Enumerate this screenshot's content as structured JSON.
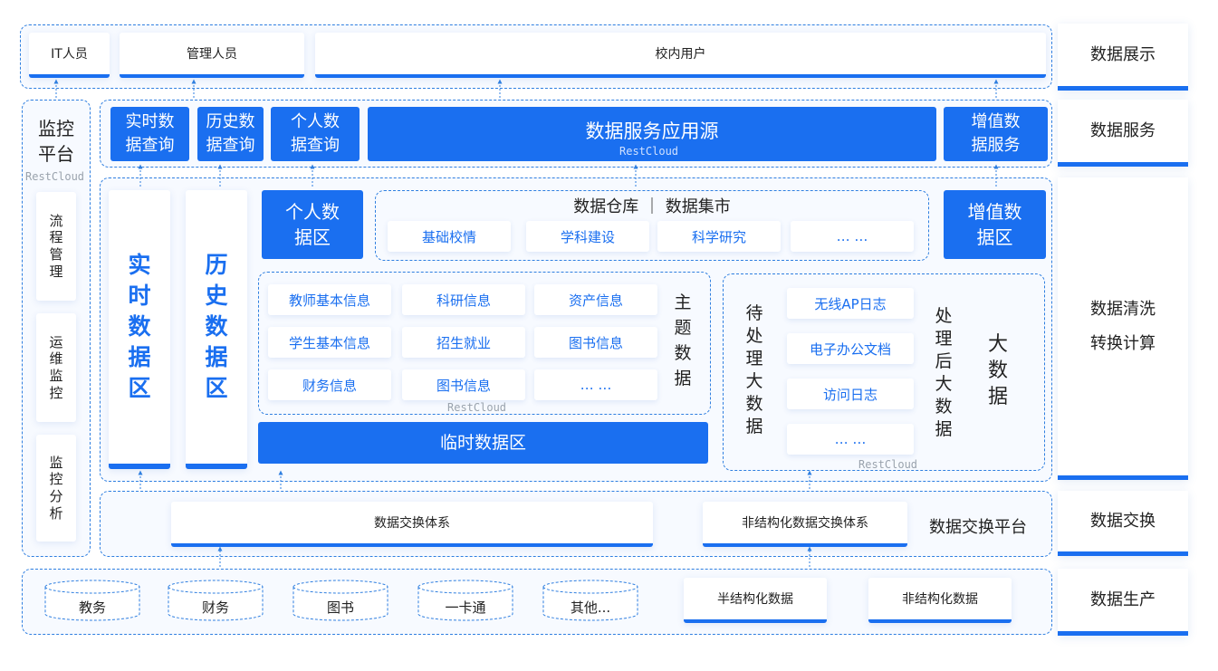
{
  "layers": {
    "display": "数据展示",
    "service": "数据服务",
    "clean_line1": "数据清洗",
    "clean_line2": "转换计算",
    "exchange": "数据交换",
    "production": "数据生产"
  },
  "users": [
    "IT人员",
    "管理人员",
    "校内用户"
  ],
  "monitor": {
    "title_line1": "监控",
    "title_line2": "平台",
    "items": [
      "流程管理",
      "运维监控",
      "监控分析"
    ]
  },
  "watermark": "RestCloud",
  "services": {
    "realtime_query": [
      "实时数",
      "据查询"
    ],
    "history_query": [
      "历史数",
      "据查询"
    ],
    "personal_query": [
      "个人数",
      "据查询"
    ],
    "app_source": "数据服务应用源",
    "value_added_service": [
      "增值数",
      "据服务"
    ]
  },
  "storage": {
    "realtime_zone": "实时数据区",
    "history_zone": "历史数据区",
    "personal_zone": [
      "个人数",
      "据区"
    ],
    "warehouse_title": "数据仓库 ｜ 数据集市",
    "warehouse_items": [
      "基础校情",
      "学科建设",
      "科学研究",
      "… …"
    ],
    "value_added_zone": [
      "增值数",
      "据区"
    ],
    "theme_label": "主题数据",
    "theme_items": [
      "教师基本信息",
      "科研信息",
      "资产信息",
      "学生基本信息",
      "招生就业",
      "图书信息",
      "财务信息",
      "图书信息",
      "… …"
    ],
    "temp_zone": "临时数据区",
    "pending_label": "待处理大数据",
    "processed_label": "处理后大数据",
    "bigdata_label": "大数据",
    "bigdata_items": [
      "无线AP日志",
      "电子办公文档",
      "访问日志",
      "… …"
    ]
  },
  "exchange": {
    "system": "数据交换体系",
    "unstructured_system": "非结构化数据交换体系",
    "platform": "数据交换平台"
  },
  "production": {
    "sources": [
      "教务",
      "财务",
      "图书",
      "一卡通",
      "其他..."
    ],
    "semi_structured": "半结构化数据",
    "unstructured": "非结构化数据"
  },
  "colors": {
    "accent": "#1a6ff0",
    "dash": "#2f7fe0",
    "card_bg": "#ffffff"
  }
}
